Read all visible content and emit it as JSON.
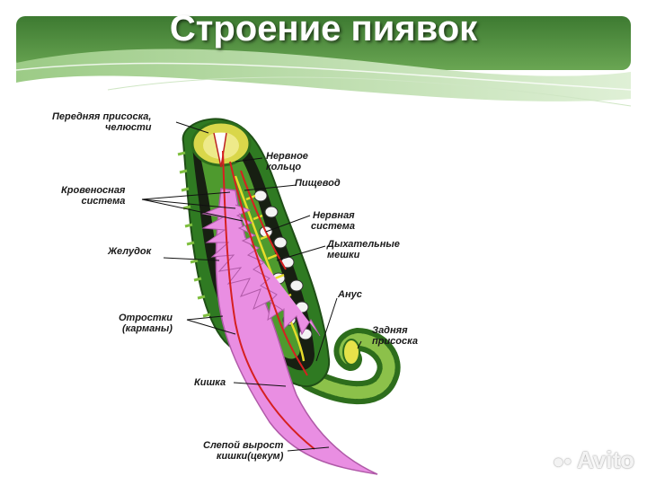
{
  "slide": {
    "title": "Строение пиявок"
  },
  "labels": {
    "front_sucker_1": "Передняя присоска,",
    "front_sucker_2": "челюсти",
    "nerve_ring_1": "Нервное",
    "nerve_ring_2": "кольцо",
    "esophagus": "Пищевод",
    "blood_system_1": "Кровеносная",
    "blood_system_2": "система",
    "nerve_system_1": "Нервная",
    "nerve_system_2": "система",
    "resp_sacs_1": "Дыхательные",
    "resp_sacs_2": "мешки",
    "stomach": "Желудок",
    "anus": "Анус",
    "processes_1": "Отростки",
    "processes_2": "(карманы)",
    "rear_sucker_1": "Задняя",
    "rear_sucker_2": "присоска",
    "intestine": "Кишка",
    "cecum_1": "Слепой вырост",
    "cecum_2": "кишки(цекум)"
  },
  "watermark": "Avito",
  "colors": {
    "banner_dark": "#4f8a3e",
    "banner_light": "#b7d8a8",
    "body_green": "#3f8a2a",
    "stomach_pink": "#e98ee2",
    "vessel_red": "#d62020"
  }
}
